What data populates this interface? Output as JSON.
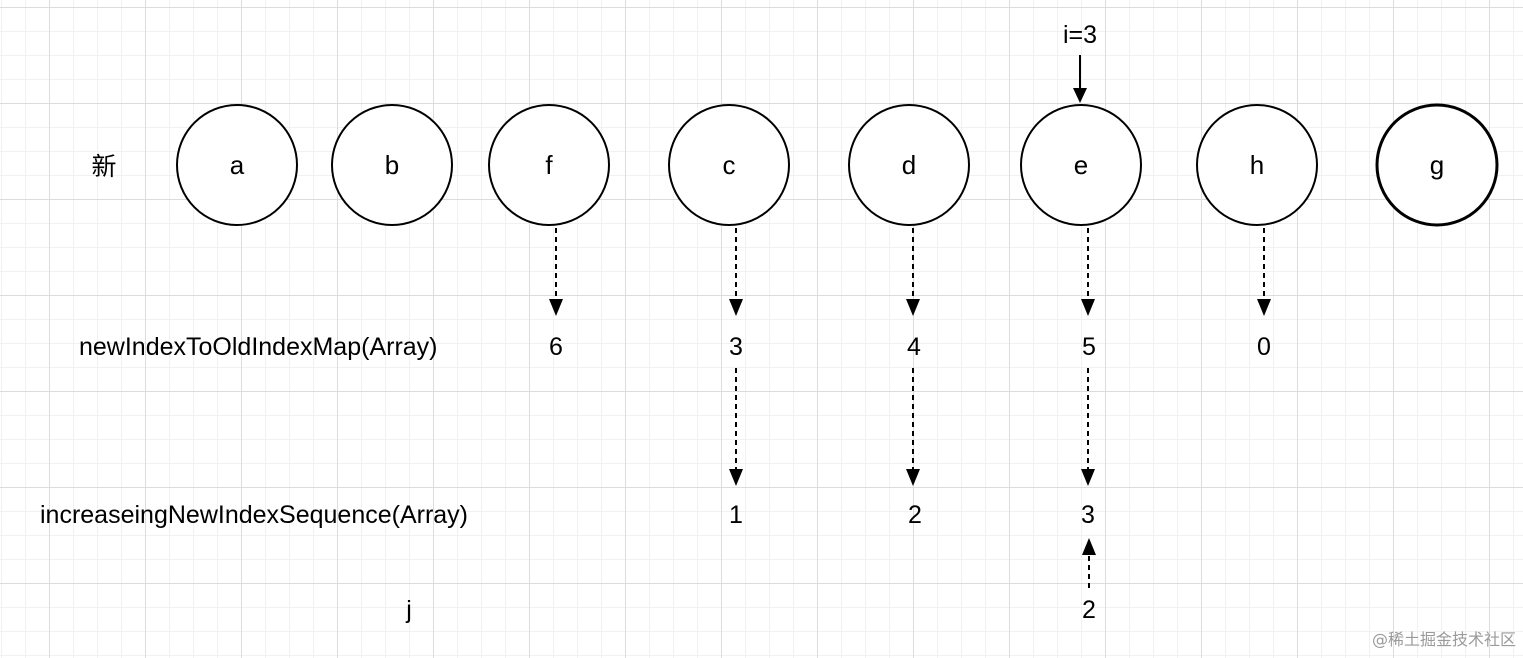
{
  "row_label_new": "新",
  "pointer_i": "i=3",
  "nodes": [
    "a",
    "b",
    "f",
    "c",
    "d",
    "e",
    "h",
    "g"
  ],
  "map_label": "newIndexToOldIndexMap(Array)",
  "map_values": [
    "6",
    "3",
    "4",
    "5",
    "0"
  ],
  "seq_label": "increaseingNewIndexSequence(Array)",
  "seq_values": [
    "1",
    "2",
    "3"
  ],
  "j_label": "j",
  "j_value": "2",
  "watermark": "@稀土掘金技术社区"
}
